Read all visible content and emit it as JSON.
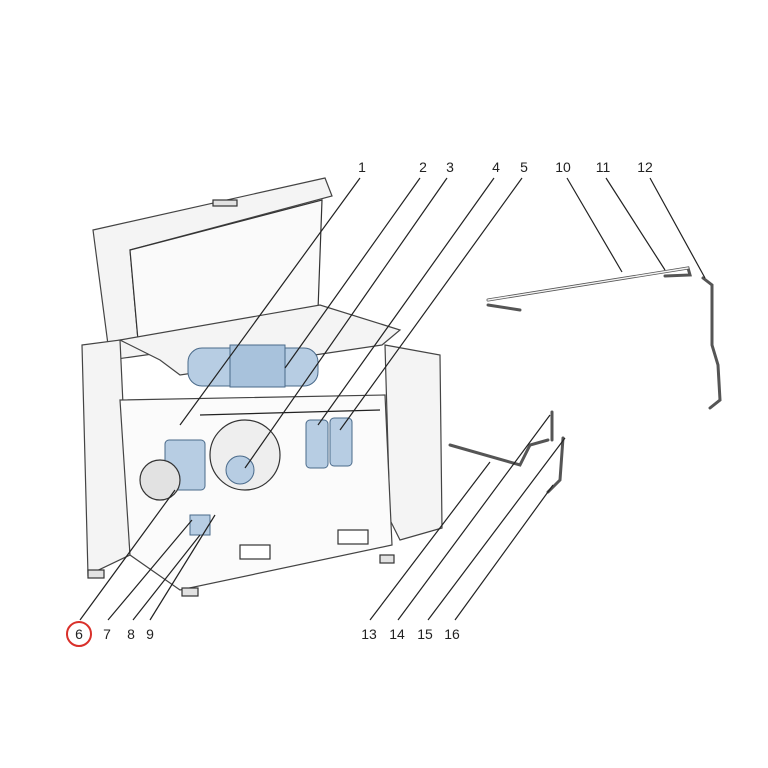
{
  "diagram": {
    "callouts_top": [
      "1",
      "2",
      "3",
      "4",
      "5",
      "10",
      "11",
      "12"
    ],
    "callouts_bottom": [
      "6",
      "7",
      "8",
      "9",
      "13",
      "14",
      "15",
      "16"
    ],
    "highlighted_callout": "6",
    "highlight_color": "#d9302a",
    "component_color": "#b7cde3"
  }
}
